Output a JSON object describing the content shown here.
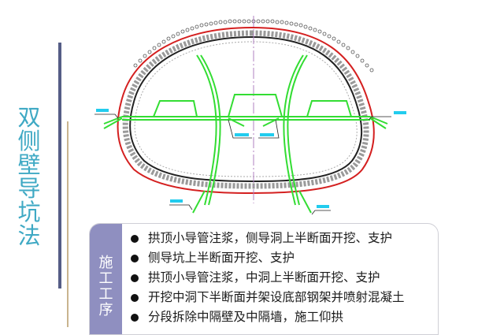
{
  "title": {
    "chars": [
      "双",
      "侧",
      "壁",
      "导",
      "坑",
      "法"
    ],
    "color": "#3fa9c4"
  },
  "decor": {
    "bar_purple_color": "#555d86",
    "bar_tan_color": "#c9b48e"
  },
  "diagram": {
    "description": "Tunnel cross-section for double side-drift method: outer dotted grouting pipes, red excavation line, black/grey lining, green temporary steel supports dividing left drift, center, right drift",
    "colors": {
      "outline": "#d42020",
      "lining": "#222222",
      "support": "#33dd33",
      "centerline": "#b080c0",
      "annotation": "#22ccee"
    }
  },
  "steps": {
    "label_chars": [
      "施",
      "工",
      "工",
      "序"
    ],
    "label_bg": "#8f8fc0",
    "items": [
      "拱顶小导管注浆，侧导洞上半断面开挖、支护",
      "侧导坑上半断面开挖、支护",
      "拱顶小导管注浆，中洞上半断面开挖、支护",
      "开挖中洞下半断面并架设底部钢架并喷射混凝土",
      "分段拆除中隔壁及中隔墙，施工仰拱"
    ]
  }
}
